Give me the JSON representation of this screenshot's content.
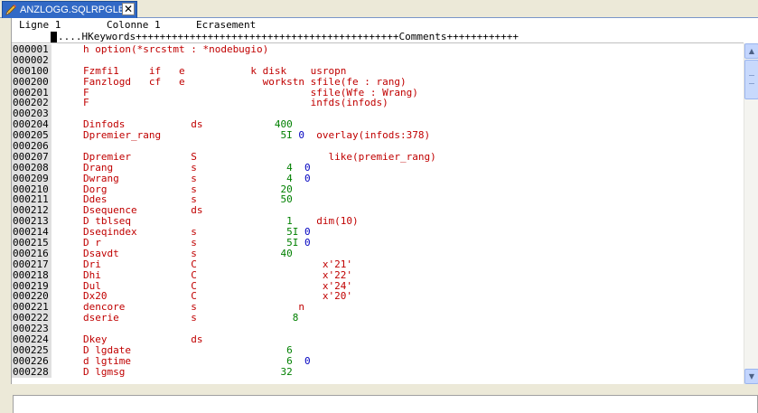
{
  "tab": {
    "title": "ANZLOGG.SQLRPGLE",
    "close": "✕",
    "icon": "pencil-icon"
  },
  "status": {
    "line": "Ligne 1",
    "column": "Colonne 1",
    "mode": "Ecrasement"
  },
  "ruler": {
    "text": "....HKeywords++++++++++++++++++++++++++++++++++++++++++++Comments++++++++++++"
  },
  "scrollbar": {
    "up": "▲",
    "down": "▼"
  },
  "colors": {
    "red": "#c00000",
    "green": "#008000",
    "blue": "#0000c0"
  },
  "lines": [
    {
      "num": "000001",
      "seg": [
        {
          "c": "r",
          "t": "h option(*srcstmt : *nodebugio)"
        }
      ]
    },
    {
      "num": "000002",
      "seg": []
    },
    {
      "num": "000100",
      "seg": [
        {
          "c": "r",
          "t": "Fzmfi1     if   e           k disk    usropn"
        }
      ]
    },
    {
      "num": "000200",
      "seg": [
        {
          "c": "r",
          "t": "Fanzlogd   cf   e             workstn sfile(fe : rang)"
        }
      ]
    },
    {
      "num": "000201",
      "seg": [
        {
          "c": "r",
          "t": "F                                     sfile(Wfe : Wrang)"
        }
      ]
    },
    {
      "num": "000202",
      "seg": [
        {
          "c": "r",
          "t": "F                                     infds(infods)"
        }
      ]
    },
    {
      "num": "000203",
      "seg": []
    },
    {
      "num": "000204",
      "seg": [
        {
          "c": "r",
          "t": "Dinfods           ds            "
        },
        {
          "c": "g",
          "t": "400"
        }
      ]
    },
    {
      "num": "000205",
      "seg": [
        {
          "c": "r",
          "t": "Dpremier_rang                    "
        },
        {
          "c": "g",
          "t": "5I"
        },
        {
          "c": "b",
          "t": " 0"
        },
        {
          "c": "r",
          "t": "  overlay(infods:378)"
        }
      ]
    },
    {
      "num": "000206",
      "seg": []
    },
    {
      "num": "000207",
      "seg": [
        {
          "c": "r",
          "t": "Dpremier          S                      like(premier_rang)"
        }
      ]
    },
    {
      "num": "000208",
      "seg": [
        {
          "c": "r",
          "t": "Drang             s               "
        },
        {
          "c": "g",
          "t": "4"
        },
        {
          "c": "b",
          "t": "  0"
        }
      ]
    },
    {
      "num": "000209",
      "seg": [
        {
          "c": "r",
          "t": "Dwrang            s               "
        },
        {
          "c": "g",
          "t": "4"
        },
        {
          "c": "b",
          "t": "  0"
        }
      ]
    },
    {
      "num": "000210",
      "seg": [
        {
          "c": "r",
          "t": "Dorg              s              "
        },
        {
          "c": "g",
          "t": "20"
        }
      ]
    },
    {
      "num": "000211",
      "seg": [
        {
          "c": "r",
          "t": "Ddes              s              "
        },
        {
          "c": "g",
          "t": "50"
        }
      ]
    },
    {
      "num": "000212",
      "seg": [
        {
          "c": "r",
          "t": "Dsequence         ds"
        }
      ]
    },
    {
      "num": "000213",
      "seg": [
        {
          "c": "r",
          "t": "D tblseq                          "
        },
        {
          "c": "g",
          "t": "1"
        },
        {
          "c": "r",
          "t": "    dim(10)"
        }
      ]
    },
    {
      "num": "000214",
      "seg": [
        {
          "c": "r",
          "t": "Dseqindex         s               "
        },
        {
          "c": "g",
          "t": "5I"
        },
        {
          "c": "b",
          "t": " 0"
        }
      ]
    },
    {
      "num": "000215",
      "seg": [
        {
          "c": "r",
          "t": "D r               s               "
        },
        {
          "c": "g",
          "t": "5I"
        },
        {
          "c": "b",
          "t": " 0"
        }
      ]
    },
    {
      "num": "000216",
      "seg": [
        {
          "c": "r",
          "t": "Dsavdt            s              "
        },
        {
          "c": "g",
          "t": "40"
        }
      ]
    },
    {
      "num": "000217",
      "seg": [
        {
          "c": "r",
          "t": "Dri               C                     x'21'"
        }
      ]
    },
    {
      "num": "000218",
      "seg": [
        {
          "c": "r",
          "t": "Dhi               C                     x'22'"
        }
      ]
    },
    {
      "num": "000219",
      "seg": [
        {
          "c": "r",
          "t": "Dul               C                     x'24'"
        }
      ]
    },
    {
      "num": "000220",
      "seg": [
        {
          "c": "r",
          "t": "Dx20              C                     x'20'"
        }
      ]
    },
    {
      "num": "000221",
      "seg": [
        {
          "c": "r",
          "t": "dencore           s                 n"
        }
      ]
    },
    {
      "num": "000222",
      "seg": [
        {
          "c": "r",
          "t": "dserie            s                "
        },
        {
          "c": "g",
          "t": "8"
        }
      ]
    },
    {
      "num": "000223",
      "seg": []
    },
    {
      "num": "000224",
      "seg": [
        {
          "c": "r",
          "t": "Dkey              ds"
        }
      ]
    },
    {
      "num": "000225",
      "seg": [
        {
          "c": "r",
          "t": "D lgdate                          "
        },
        {
          "c": "g",
          "t": "6"
        }
      ]
    },
    {
      "num": "000226",
      "seg": [
        {
          "c": "r",
          "t": "d lgtime                          "
        },
        {
          "c": "g",
          "t": "6"
        },
        {
          "c": "b",
          "t": "  0"
        }
      ]
    },
    {
      "num": "000228",
      "seg": [
        {
          "c": "r",
          "t": "D lgmsg                          "
        },
        {
          "c": "g",
          "t": "32"
        }
      ]
    }
  ]
}
